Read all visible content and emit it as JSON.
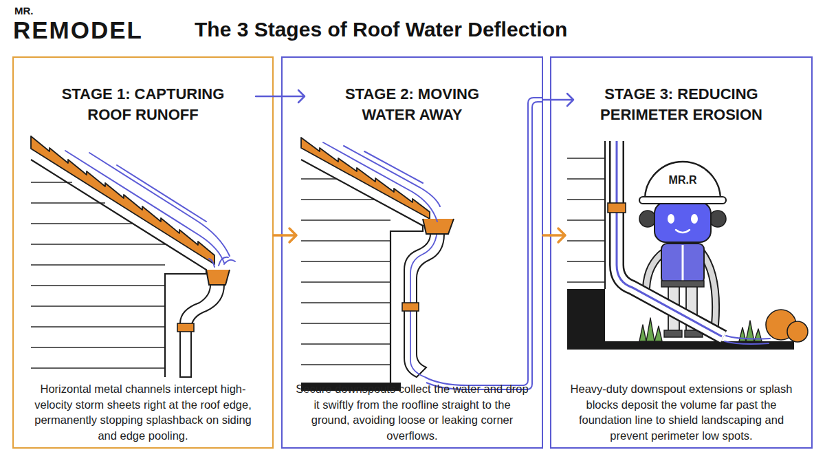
{
  "diagram": {
    "title": "The 3 Stages of Roof Water Deflection",
    "nodes": [
      {
        "text": [
          "STAGE 1: CAPTURING ROOF RUNOFF",
          "Horizontal metal channels intercept high-velocity storm sheets right at the roof edge, permanently stopping splashback on siding and edge pooling."
        ]
      },
      {
        "text": [
          "STAGE 2: MOVING WATER AWAY",
          "Secure downspouts collect the water and drop it swiftly from the roofline straight to the ground, avoiding loose or leaking corner overflows."
        ]
      },
      {
        "text": [
          "STAGE 3: REDUCING PERIMETER EROSION",
          "Heavy-duty downspout extensions or splash blocks deposit the volume far past the foundation line to shield landscaping and prevent perimeter low spots."
        ]
      }
    ],
    "edges": [
      {
        "from": 0,
        "to": 1,
        "arrow": "to"
      },
      {
        "from": 0,
        "to": 1,
        "arrow": "to"
      },
      {
        "from": 1,
        "to": 2,
        "arrow": "to"
      },
      {
        "from": 1,
        "to": 2,
        "arrow": "to"
      }
    ],
    "labels": [
      "MR.",
      "REMODEL",
      "MR.R"
    ]
  }
}
